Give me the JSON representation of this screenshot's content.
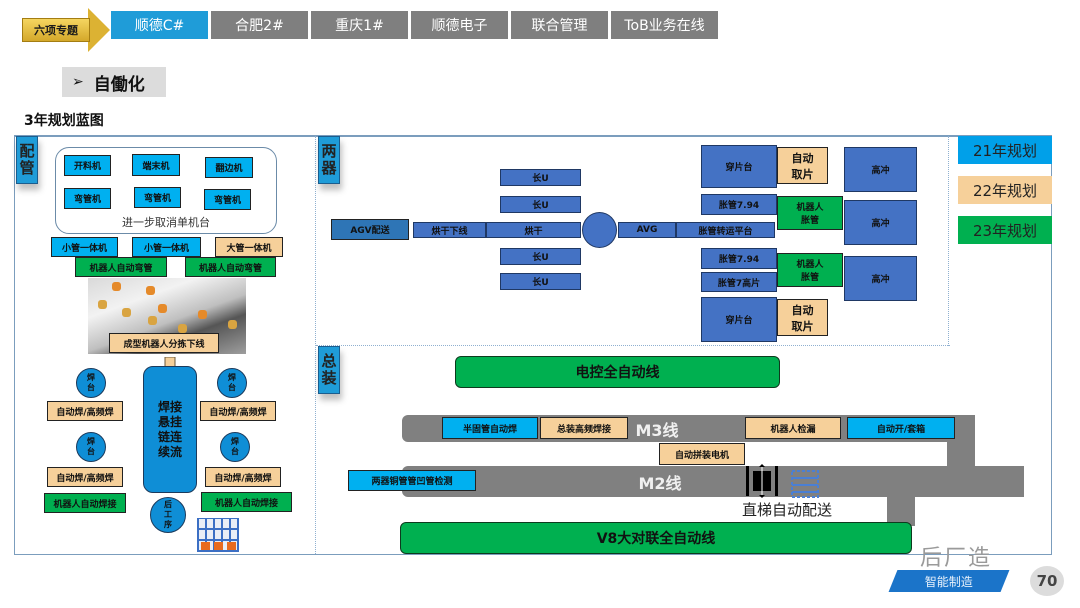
{
  "nav": {
    "badge": "六项专题",
    "tabs": [
      {
        "label": "顺德C#",
        "active": true
      },
      {
        "label": "合肥2#",
        "active": false
      },
      {
        "label": "重庆1#",
        "active": false
      },
      {
        "label": "顺德电子",
        "active": false
      },
      {
        "label": "联合管理",
        "active": false
      },
      {
        "label": "ToB业务在线",
        "active": false
      }
    ]
  },
  "section": {
    "chevron": "➢",
    "title": "自働化"
  },
  "blueprint_title": "3年规划蓝图",
  "legend": [
    {
      "label": "21年规划",
      "color": "#00a0e9"
    },
    {
      "label": "22年规划",
      "color": "#f6d09a"
    },
    {
      "label": "23年规划",
      "color": "#00b050"
    }
  ],
  "piping": {
    "label": [
      "配",
      "管"
    ],
    "machines": [
      "开料机",
      "端末机",
      "翻边机",
      "弯管机",
      "弯管机",
      "弯管机"
    ],
    "group_caption": "进一步取消单机台",
    "integrated": [
      "小管一体机",
      "小管一体机",
      "大管一体机"
    ],
    "robot_bending": [
      "机器人自动弯管",
      "机器人自动弯管"
    ],
    "sorting": "成型机器人分拣下线",
    "weld_station": [
      "焊",
      "台"
    ],
    "auto_weld": "自动焊/高频焊",
    "robot_weld": "机器人自动焊接",
    "conveyor": [
      "焊接",
      "悬挂",
      "链连",
      "续流"
    ],
    "post_process": [
      "后",
      "工",
      "序"
    ]
  },
  "exchanger": {
    "label": [
      "两",
      "器"
    ],
    "agv": "AGV配送",
    "dry_off": "烘干下线",
    "dry": "烘干",
    "long_u": [
      "长U",
      "长U",
      "长U",
      "长U"
    ],
    "avg": "AVG",
    "transfer": "胀管转运平台",
    "fin_station": "穿片台",
    "auto_fin": [
      "自动",
      "取片"
    ],
    "expand_794": "胀管7.94",
    "expand_7": "胀管7高片",
    "robot_expand": [
      "机器人",
      "胀管"
    ],
    "press": "高冲"
  },
  "assembly": {
    "label": [
      "总",
      "装"
    ],
    "ecu_line": "电控全自动线",
    "m3": "M3线",
    "m2": "M2线",
    "half_weld": "半固管自动焊",
    "hf_weld": "总装高频焊接",
    "robot_inspect": "机器人检漏",
    "auto_box": "自动开/套箱",
    "motor": "自动拼装电机",
    "leak_check": "两器铜管管凹管检测",
    "elevator": "直梯自动配送",
    "v8_line": "V8大对联全自动线"
  },
  "footer": {
    "tag": "智能制造",
    "page": "70",
    "watermark": "后厂造"
  }
}
